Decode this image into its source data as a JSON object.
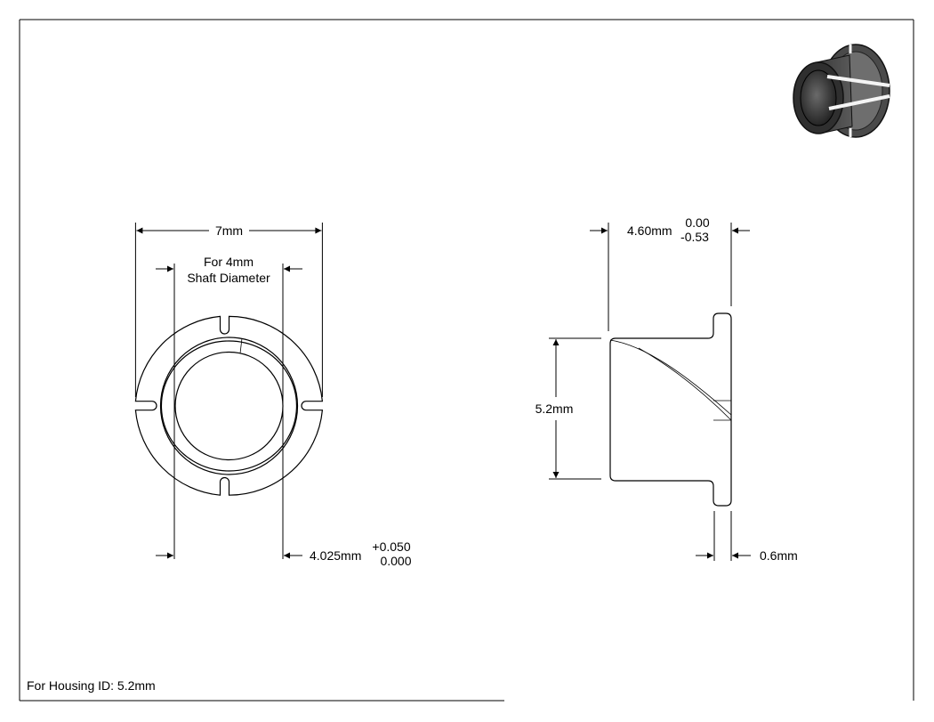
{
  "dimensions": {
    "outer_diameter": "7mm",
    "shaft_note_line1": "For 4mm",
    "shaft_note_line2": "Shaft Diameter",
    "inner_diameter": "4.025mm",
    "inner_tol_upper": "+0.050",
    "inner_tol_lower": "0.000",
    "length": "4.60mm",
    "length_tol_upper": "0.00",
    "length_tol_lower": "-0.53",
    "height": "5.2mm",
    "flange_thickness": "0.6mm"
  },
  "footer": {
    "housing_note": "For Housing ID: 5.2mm"
  },
  "icons": {
    "iso_view": "bushing-3d-icon"
  }
}
